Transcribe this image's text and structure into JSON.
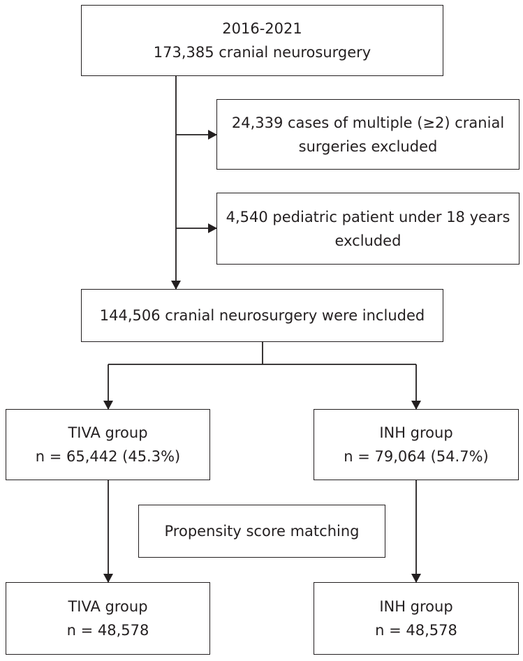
{
  "flowchart": {
    "start": {
      "line1": "2016-2021",
      "line2": "173,385 cranial neurosurgery"
    },
    "exclusion_1": {
      "line1": "24,339 cases of multiple (≥2) cranial",
      "line2": "surgeries excluded"
    },
    "exclusion_2": {
      "line1": "4,540 pediatric patient under 18 years",
      "line2": "excluded"
    },
    "included": {
      "line1": "144,506 cranial neurosurgery were included"
    },
    "tiva_group": {
      "line1": "TIVA group",
      "line2": "n = 65,442 (45.3%)"
    },
    "inh_group": {
      "line1": "INH group",
      "line2": "n = 79,064 (54.7%)"
    },
    "matching": {
      "line1": "Propensity score matching"
    },
    "tiva_matched": {
      "line1": "TIVA group",
      "line2": "n = 48,578"
    },
    "inh_matched": {
      "line1": "INH group",
      "line2": "n = 48,578"
    }
  },
  "colors": {
    "stroke": "#231f20",
    "text": "#231f20",
    "background": "#ffffff"
  }
}
